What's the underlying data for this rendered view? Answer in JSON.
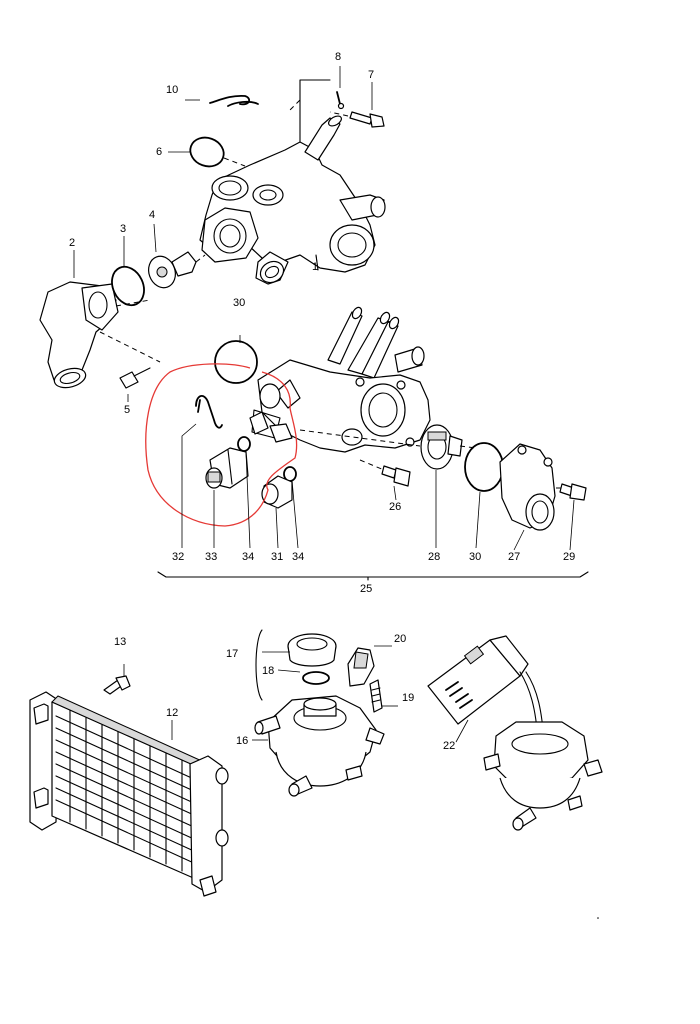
{
  "diagram": {
    "callouts": {
      "c1": "1",
      "c2": "2",
      "c3": "3",
      "c4": "4",
      "c5": "5",
      "c6": "6",
      "c7": "7",
      "c8": "8",
      "c10": "10",
      "c12": "12",
      "c13": "13",
      "c16": "16",
      "c17": "17",
      "c18": "18",
      "c19": "19",
      "c20": "20",
      "c22": "22",
      "c25": "25",
      "c26": "26",
      "c27": "27",
      "c28": "28",
      "c29": "29",
      "c30a": "30",
      "c30b": "30",
      "c31": "31",
      "c32": "32",
      "c33": "33",
      "c34a": "34",
      "c34b": "34"
    },
    "highlight_color": "#e53935",
    "line_color": "#000000",
    "background_color": "#ffffff"
  }
}
